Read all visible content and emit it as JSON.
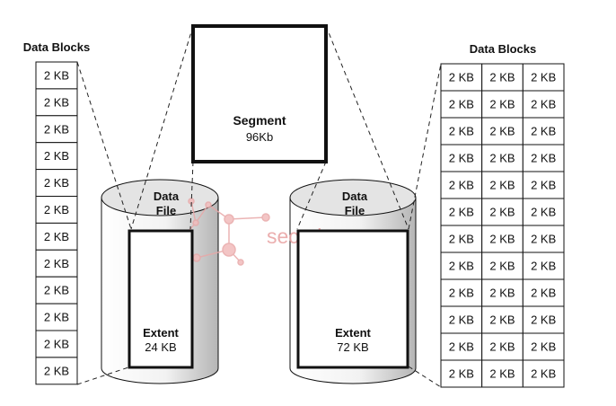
{
  "segment": {
    "title": "Segment",
    "size": "96Kb"
  },
  "left_blocks": {
    "heading": "Data Blocks",
    "cells": [
      "2 KB",
      "2 KB",
      "2 KB",
      "2 KB",
      "2 KB",
      "2 KB",
      "2 KB",
      "2 KB",
      "2 KB",
      "2 KB",
      "2 KB",
      "2 KB"
    ]
  },
  "right_blocks": {
    "heading": "Data Blocks",
    "rows": [
      [
        "2 KB",
        "2 KB",
        "2 KB"
      ],
      [
        "2 KB",
        "2 KB",
        "2 KB"
      ],
      [
        "2 KB",
        "2 KB",
        "2 KB"
      ],
      [
        "2 KB",
        "2 KB",
        "2 KB"
      ],
      [
        "2 KB",
        "2 KB",
        "2 KB"
      ],
      [
        "2 KB",
        "2 KB",
        "2 KB"
      ],
      [
        "2 KB",
        "2 KB",
        "2 KB"
      ],
      [
        "2 KB",
        "2 KB",
        "2 KB"
      ],
      [
        "2 KB",
        "2 KB",
        "2 KB"
      ],
      [
        "2 KB",
        "2 KB",
        "2 KB"
      ],
      [
        "2 KB",
        "2 KB",
        "2 KB"
      ],
      [
        "2 KB",
        "2 KB",
        "2 KB"
      ]
    ]
  },
  "left_cylinder": {
    "label_line1": "Data",
    "label_line2": "File",
    "extent_title": "Extent",
    "extent_size": "24 KB"
  },
  "right_cylinder": {
    "label_line1": "Data",
    "label_line2": "File",
    "extent_title": "Extent",
    "extent_size": "72 KB"
  },
  "watermark": {
    "text": "securityzone.vn",
    "color": "#e8a0a0"
  },
  "colors": {
    "cylinder_top": "#e4e4e4",
    "cylinder_shade": "#bdbdbd",
    "stroke": "#111111"
  }
}
